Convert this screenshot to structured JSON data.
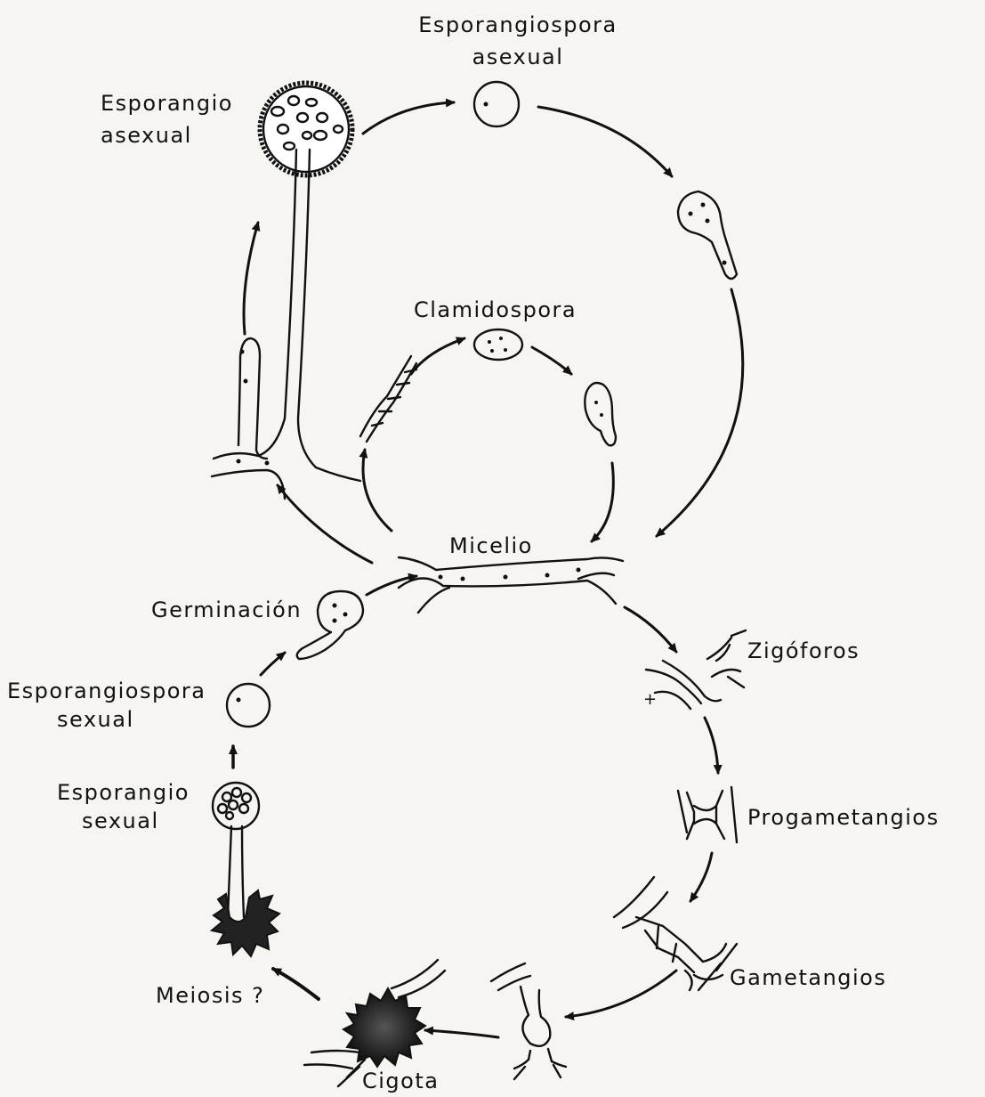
{
  "labels": {
    "esporangiospora_asexual": [
      "Esporangiospora",
      "asexual"
    ],
    "esporangio_asexual": [
      "Esporangio",
      "asexual"
    ],
    "clamidospora": "Clamidospora",
    "micelio": "Micelio",
    "germinacion": "Germinación",
    "esporangiospora_sexual": [
      "Esporangiospora",
      "sexual"
    ],
    "esporangio_sexual": [
      "Esporangio",
      "sexual"
    ],
    "zigoforos": "Zigóforos",
    "plus_sign": "+",
    "progametangios": "Progametangios",
    "gametangios": "Gametangios",
    "meiosis": "Meiosis ?",
    "cigota": "Cigota"
  },
  "colors": {
    "ink": "#111111",
    "paper": "#f6f5f2"
  }
}
